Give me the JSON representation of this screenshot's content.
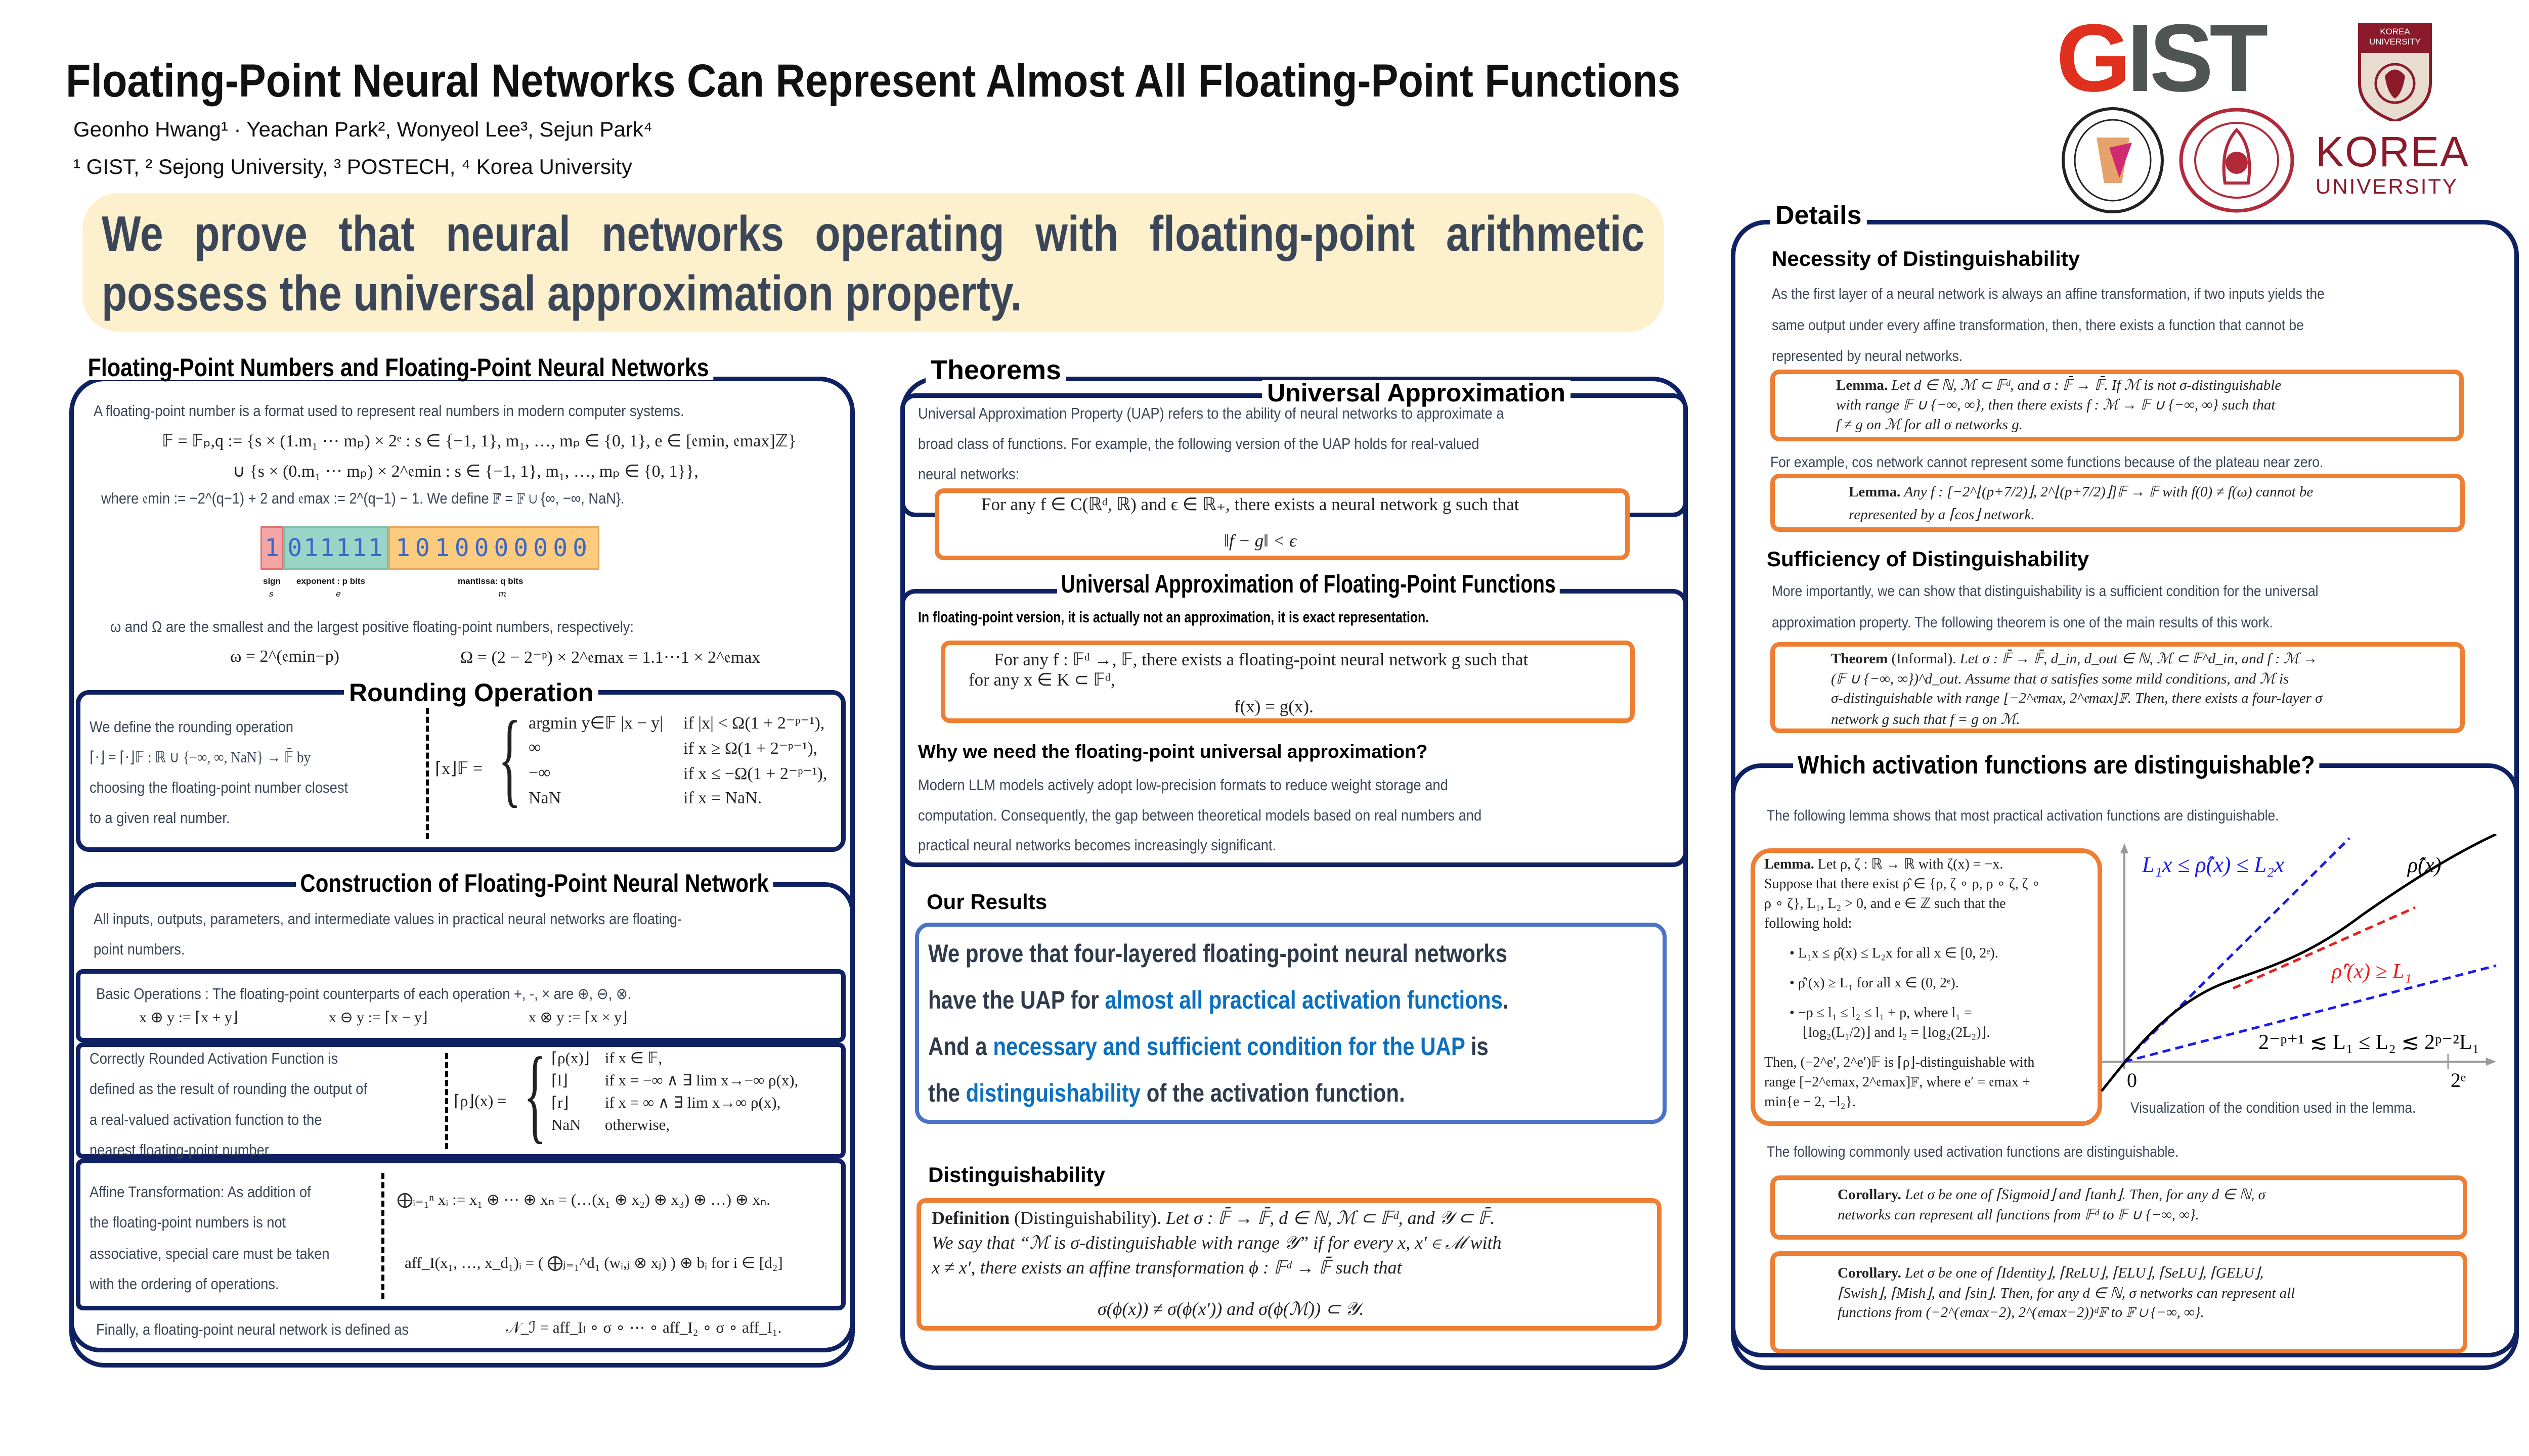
{
  "header": {
    "title": "Floating-Point Neural Networks Can Represent Almost All Floating-Point Functions",
    "authors": "Geonho Hwang¹ · Yeachan Park², Wonyeol Lee³, Sejun Park⁴",
    "affiliations": "¹ GIST, ² Sejong University, ³ POSTECH, ⁴ Korea University",
    "logos": {
      "gist_g": "G",
      "gist_rest": "IST",
      "korea_shield": "KOREA UNIVERSITY",
      "korea_word": "KOREA",
      "korea_university": "UNIVERSITY"
    }
  },
  "banner": "We prove that neural networks operating with floating-point arithmetic possess the universal approximation property.",
  "left": {
    "title": "Floating-Point Numbers and Floating-Point Neural Networks",
    "intro": "A floating-point number is a format used to represent real numbers in modern computer systems.",
    "formula1": "𝔽 = 𝔽ₚ,q := {s × (1.m₁ ⋯ mₚ) × 2ᵉ : s ∈ {−1, 1}, m₁, …, mₚ ∈ {0, 1}, e ∈ [𝔢min, 𝔢max]ℤ}",
    "formula2": "∪ {s × (0.m₁ ⋯ mₚ) × 2^𝔢min : s ∈ {−1, 1}, m₁, …, mₚ ∈ {0, 1}},",
    "where": "where  𝔢min := −2^(q−1) + 2 and  𝔢max := 2^(q−1) − 1. We define 𝔽̄ = 𝔽 ∪ {∞, −∞, NaN}.",
    "bits": {
      "sign": "1",
      "exponent": "011111",
      "mantissa": "1010000000"
    },
    "bit_labels": {
      "sign": "sign",
      "sign_sym": "s",
      "exponent": "exponent : p bits",
      "exponent_sym": "e",
      "mantissa": "mantissa: q bits",
      "mantissa_sym": "m"
    },
    "omega_text": "ω and Ω are the smallest and the largest positive floating-point numbers, respectively:",
    "omega_formula": "ω = 2^(𝔢min−p)",
    "Omega_formula": "Ω = (2 − 2⁻ᵖ) × 2^𝔢max = 1.1⋯1 × 2^𝔢max",
    "rounding": {
      "title": "Rounding Operation",
      "lines": [
        "We define the rounding operation",
        "⌈·⌋ = ⌈·⌋𝔽 : ℝ ∪ {−∞, ∞, NaN} → 𝔽̄ by",
        "choosing the floating-point number closest",
        "to a given real number."
      ],
      "lhs": "⌈x⌋𝔽 =",
      "cases": [
        [
          "argmin y∈𝔽 |x − y|",
          "if |x| < Ω(1 + 2⁻ᵖ⁻¹),"
        ],
        [
          "∞",
          "if x ≥ Ω(1 + 2⁻ᵖ⁻¹),"
        ],
        [
          "−∞",
          "if x ≤ −Ω(1 + 2⁻ᵖ⁻¹),"
        ],
        [
          "NaN",
          "if x = NaN."
        ]
      ]
    },
    "construction": {
      "title": "Construction of Floating-Point Neural Network",
      "intro": [
        "All inputs, outputs, parameters, and intermediate values in practical neural networks are floating-",
        "point numbers."
      ],
      "basic_text": "Basic Operations : The floating-point counterparts of each operation +, -, × are  ⊕, ⊖, ⊗.",
      "basic_ops": [
        "x ⊕ y := ⌈x + y⌋",
        "x ⊖ y := ⌈x − y⌋",
        "x ⊗ y := ⌈x × y⌋"
      ],
      "activation_lines": [
        "Correctly Rounded Activation Function is",
        "defined as the result of rounding the output of",
        "a real-valued activation function to the",
        "nearest floating-point number."
      ],
      "activation_lhs": "⌈ρ⌋(x) =",
      "activation_cases": [
        [
          "⌈ρ(x)⌋",
          "if x ∈ 𝔽,"
        ],
        [
          "⌈l⌋",
          "if x = −∞ ∧ ∃ lim x→−∞ ρ(x),"
        ],
        [
          "⌈r⌋",
          "if x = ∞ ∧ ∃ lim x→∞ ρ(x),"
        ],
        [
          "NaN",
          "otherwise,"
        ]
      ],
      "affine_lines": [
        "Affine Transformation: As addition of",
        "the floating-point numbers is not",
        "associative, special care must be taken",
        "with the ordering of operations."
      ],
      "affine_sum": "⨁ᵢ₌₁ⁿ xᵢ := x₁ ⊕ ⋯ ⊕ xₙ = (…(x₁ ⊕ x₂) ⊕ x₃) ⊕ …) ⊕ xₙ.",
      "affine_def": "aff_I(x₁, …, x_d₁)ᵢ = ( ⨁ⱼ₌₁^d₁ (wᵢ,ⱼ ⊗ xⱼ) ) ⊕ bᵢ for i ∈ [d₂]",
      "final_text": "Finally, a floating-point neural network is defined as",
      "final_formula": "𝒩_ℐ = aff_Iₗ ∘ σ ∘ ⋯ ∘ aff_I₂ ∘ σ ∘ aff_I₁."
    }
  },
  "middle": {
    "title": "Theorems",
    "ua": {
      "title": "Universal Approximation",
      "lines": [
        "Universal Approximation Property (UAP) refers to the ability of neural networks to approximate a",
        "broad class of functions. For example, the following version of the UAP holds for real-valued",
        "neural networks:"
      ],
      "box_line1": "For any f ∈ C(ℝᵈ, ℝ) and ϵ ∈ ℝ₊, there exists a neural network g such that",
      "box_line2": "‖f − g‖ < ϵ"
    },
    "uafp": {
      "title": "Universal Approximation of Floating-Point Functions",
      "bold": "In floating-point version, it is actually not an approximation, it is exact representation.",
      "box_line1": "For any f : 𝔽ᵈ →, 𝔽, there exists a floating-point neural network g such that",
      "box_line2": "for any x ∈ K ⊂ 𝔽ᵈ,",
      "box_line3": "f(x) = g(x).",
      "why_title": "Why we need the floating-point universal approximation?",
      "why_lines": [
        "Modern LLM models actively adopt low-precision formats to reduce weight storage and",
        "computation. Consequently, the gap between theoretical models based on real numbers and",
        "practical neural networks becomes increasingly significant."
      ]
    },
    "results": {
      "title": "Our Results",
      "l1": "We prove that four-layered floating-point neural networks",
      "l2a": "have the UAP for ",
      "l2b": "almost all practical activation functions",
      "l2c": ".",
      "l3a": "And a ",
      "l3b": "necessary and sufficient condition for the UAP",
      "l3c": " is",
      "l4a": "the ",
      "l4b": "distinguishability",
      "l4c": " of the activation function."
    },
    "dist": {
      "title": "Distinguishability",
      "def_label": "Definition",
      "def_name": "(Distinguishability).",
      "line1": "Let σ : 𝔽̄ → 𝔽̄, d ∈ ℕ, ℳ ⊂ 𝔽ᵈ, and 𝒴 ⊂ 𝔽̄.",
      "line2": "We say that “ℳ is σ-distinguishable with range 𝒴” if for every x, x′ ∈ ℳ with",
      "line3": "x ≠ x′, there exists an affine transformation ϕ : 𝔽ᵈ → 𝔽̄ such that",
      "line4": "σ(ϕ(x)) ≠ σ(ϕ(x′))    and    σ(ϕ(ℳ)) ⊂ 𝒴."
    }
  },
  "right": {
    "title": "Details",
    "necessity": {
      "title": "Necessity of Distinguishability",
      "lines": [
        "As the first layer of a neural network is always an affine transformation, if two inputs yields the",
        "same output under every affine transformation, then, there exists a function that cannot be",
        "represented by neural networks."
      ],
      "lemma_label": "Lemma.",
      "lemma_lines": [
        "Let d ∈ ℕ, ℳ ⊂ 𝔽ᵈ, and σ : 𝔽̄ → 𝔽̄. If ℳ is not σ-distinguishable",
        "with range 𝔽 ∪ {−∞, ∞}, then there exists f : ℳ → 𝔽 ∪ {−∞, ∞} such that",
        "f ≠ g on ℳ for all σ networks g."
      ],
      "example": "For example, cos network cannot represent some functions because of the plateau near zero.",
      "lemma2_label": "Lemma.",
      "lemma2_lines": [
        "Any f : [−2^⌊(p+7/2)⌋, 2^⌊(p+7/2)⌋]𝔽 → 𝔽 with f(0) ≠ f(ω) cannot be",
        "represented by a ⌈cos⌋ network."
      ]
    },
    "sufficiency": {
      "title": "Sufficiency of Distinguishability",
      "lines": [
        "More importantly, we can show that distinguishability is a sufficient condition for the universal",
        "approximation property. The following theorem is one of the main results of this work."
      ],
      "thm_label": "Theorem",
      "thm_name": "(Informal).",
      "thm_lines": [
        "Let σ : 𝔽̄ → 𝔽̄, d_in, d_out ∈ ℕ, ℳ ⊂ 𝔽^d_in, and f : ℳ →",
        "(𝔽 ∪ {−∞, ∞})^d_out. Assume that σ satisfies some mild conditions, and ℳ is",
        "σ-distinguishable with range [−2^𝔢max, 2^𝔢max]𝔽. Then, there exists a four-layer σ",
        "network g such that f = g on ℳ."
      ]
    },
    "which": {
      "title": "Which activation functions are distinguishable?",
      "intro": "The following lemma shows that most practical activation functions are distinguishable.",
      "lemma_label": "Lemma.",
      "lemma_lines": [
        "Let ρ, ζ : ℝ → ℝ with ζ(x) = −x.",
        "Suppose that there exist ρ̂ ∈ {ρ, ζ ∘ ρ, ρ ∘ ζ, ζ ∘",
        "ρ ∘ ζ}, L₁, L₂ > 0, and e ∈ ℤ such that the",
        "following hold:"
      ],
      "bullets": [
        "L₁x ≤ ρ̂(x) ≤ L₂x for all x ∈ [0, 2ᵉ).",
        "ρ̂′(x) ≥ L₁ for all x ∈ (0, 2ᵉ).",
        "−p ≤ l₁ ≤ l₂ ≤ l₁ + p, where l₁ =",
        "⌊log₂(L₁/2)⌋ and l₂ = ⌊log₂(2L₂)⌋."
      ],
      "then_lines": [
        "Then, (−2^e′, 2^e′)𝔽 is ⌈ρ⌋-distinguishable with",
        "range [−2^𝔢max, 2^𝔢max]𝔽, where e′ = 𝔢max +",
        "min{e − 2, −l₂}."
      ],
      "figure": {
        "bound_label": "L₁x ≤ ρ̂(x) ≤ L₂x",
        "curve_label": "ρ̂(x)",
        "deriv_label": "ρ̂′(x) ≥ L₁",
        "range_label": "2⁻ᵖ⁺¹ ≲ L₁ ≤ L₂ ≲ 2ᵖ⁻²L₁",
        "origin": "0",
        "xtick": "2ᵉ",
        "caption": "Visualization of the condition used in the lemma.",
        "colors": {
          "bound": "#1a1aee",
          "deriv": "#ee1a1a",
          "curve": "#000000"
        }
      },
      "common": "The following commonly used activation functions are distinguishable.",
      "cor1_label": "Corollary.",
      "cor1_lines": [
        "Let σ be one of ⌈Sigmoid⌋ and ⌈tanh⌋. Then, for any d ∈ ℕ, σ",
        "networks can represent all functions from 𝔽ᵈ to 𝔽 ∪ {−∞, ∞}."
      ],
      "cor2_label": "Corollary.",
      "cor2_lines": [
        "Let σ be one of ⌈Identity⌋, ⌈ReLU⌋, ⌈ELU⌋, ⌈SeLU⌋, ⌈GELU⌋,",
        "⌈Swish⌋, ⌈Mish⌋, and ⌈sin⌋. Then, for any d ∈ ℕ, σ networks can represent all",
        "functions from (−2^(𝔢max−2), 2^(𝔢max−2))ᵈ𝔽 to 𝔽 ∪ {−∞, ∞}."
      ]
    }
  },
  "colors": {
    "navy": "#0f2163",
    "orange": "#ee7e32",
    "highlight": "#0b6fc0",
    "banner_bg": "#fdf0cc",
    "results_border": "#4a72c8"
  }
}
